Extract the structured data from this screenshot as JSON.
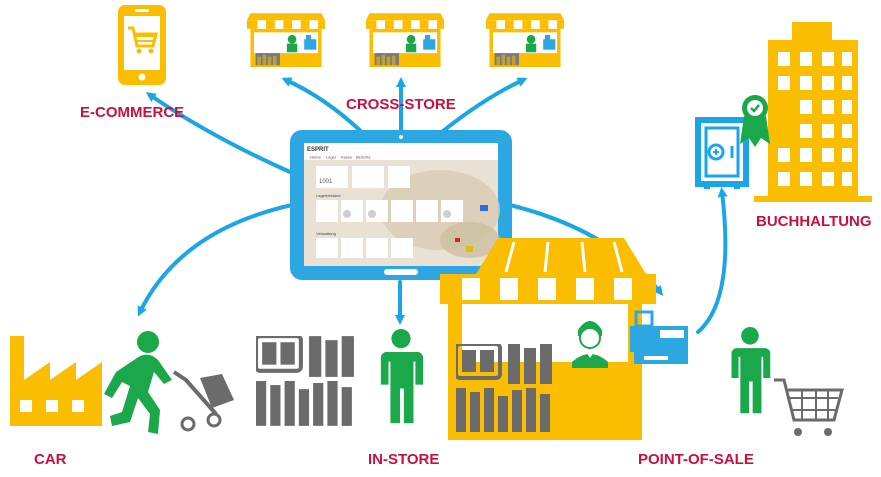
{
  "labels": {
    "ecommerce": "E-COMMERCE",
    "crossstore": "CROSS-STORE",
    "buchhaltung": "BUCHHALTUNG",
    "car": "CAR",
    "instore": "IN-STORE",
    "pos": "POINT-OF-SALE"
  },
  "tablet": {
    "brand": "ESPRIT",
    "nav": [
      "Home",
      "Lager",
      "Kasse",
      "Berichte"
    ],
    "section_labels": [
      "Lagerbestand",
      "Verwaltung"
    ],
    "tile_value": "1001"
  },
  "colors": {
    "accent_yellow": "#fbbd00",
    "arrow_blue": "#1aa6e6",
    "person_green": "#1aa84b",
    "label_red": "#c8103e",
    "tablet_blue": "#2da7e1",
    "grey": "#6b6b6b"
  },
  "icons": [
    "smartphone-cart-icon",
    "market-stall-icon",
    "cash-register-icon",
    "tablet-icon",
    "safe-icon",
    "office-building-icon",
    "certificate-badge-icon",
    "factory-icon",
    "walking-person-icon",
    "hand-truck-icon",
    "shop-shelves-icon",
    "person-icon",
    "cashier-icon",
    "shopping-cart-icon"
  ]
}
